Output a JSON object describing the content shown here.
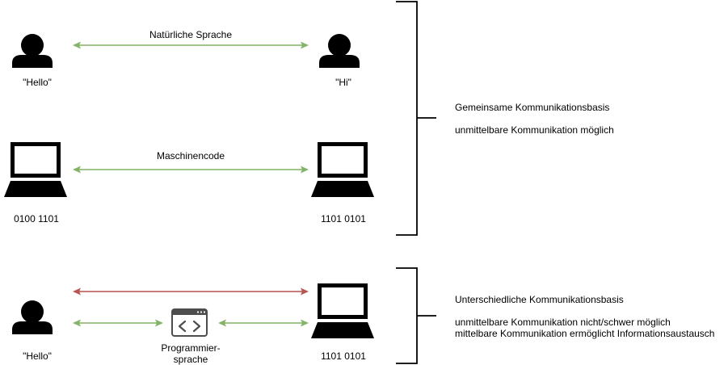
{
  "top": {
    "person_left_label": "\"Hello\"",
    "person_right_label": "\"Hi\"",
    "natural_language_label": "Natürliche Sprache",
    "machine_code_label": "Maschinencode",
    "laptop_left_label": "0100 1101",
    "laptop_right_label": "1101 0101",
    "bracket_title": "Gemeinsame Kommunikationsbasis",
    "bracket_note": "unmittelbare Kommunikation möglich"
  },
  "bottom": {
    "person_label": "\"Hello\"",
    "laptop_label": "1101 0101",
    "programming_language_line1": "Programmier-",
    "programming_language_line2": "sprache",
    "bracket_title": "Unterschiedliche Kommunikationsbasis",
    "bracket_note_line1": "unmittelbare Kommunikation nicht/schwer möglich",
    "bracket_note_line2": "mittelbare Kommunikation ermöglicht Informationsaustausch"
  },
  "colors": {
    "ok_arrow": "#82b366",
    "blocked_arrow": "#b85450",
    "icon": "#000000",
    "code_window_stroke": "#4d4d4d"
  },
  "icons": [
    "person-icon",
    "laptop-icon",
    "code-window-icon",
    "right-bracket"
  ]
}
